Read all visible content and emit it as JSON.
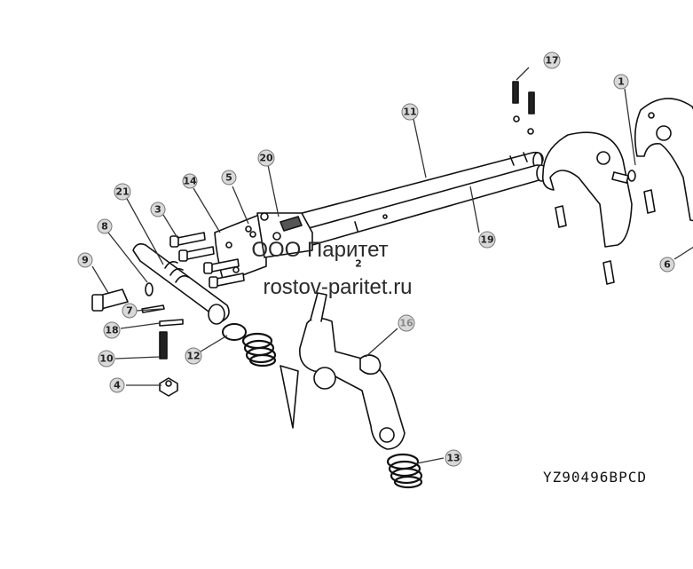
{
  "watermark": {
    "line1": "ООО Паритет",
    "line2": "rostov-paritet.ru"
  },
  "drawing_code": "YZ90496BPCD",
  "callouts": [
    "1",
    "2",
    "3",
    "4",
    "5",
    "6",
    "7",
    "8",
    "9",
    "10",
    "11",
    "12",
    "13",
    "14",
    "16",
    "17",
    "18",
    "19",
    "20",
    "21"
  ],
  "colors": {
    "ink": "#111111",
    "leader": "#333333",
    "bubble": "#d9d9d9",
    "background": "#ffffff"
  }
}
